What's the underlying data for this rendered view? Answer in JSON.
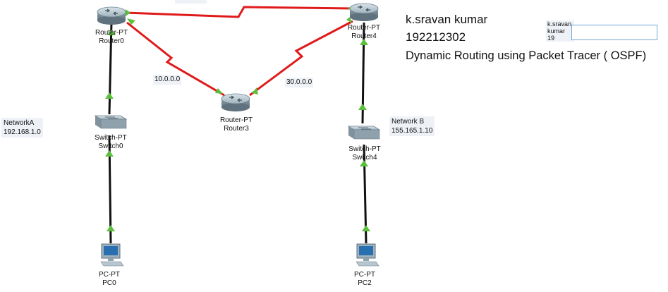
{
  "devices": {
    "router0": {
      "type": "Router-PT",
      "name": "Router0"
    },
    "router4": {
      "type": "Router-PT",
      "name": "Router4"
    },
    "router3": {
      "type": "Router-PT",
      "name": "Router3"
    },
    "switch0": {
      "type": "Switch-PT",
      "name": "Switch0"
    },
    "switch4": {
      "type": "Switch-PT",
      "name": "Switch4"
    },
    "pc0": {
      "type": "PC-PT",
      "name": "PC0"
    },
    "pc2": {
      "type": "PC-PT",
      "name": "PC2"
    }
  },
  "network_labels": {
    "network_a": {
      "name": "NetworkA",
      "address": "192.168.1.0"
    },
    "network_b": {
      "name": "Network B",
      "address": "155.165.1.10"
    },
    "link_r0_r3": "10.0.0.0",
    "link_r3_r4": "30.0.0.0"
  },
  "notes": {
    "author": "k.sravan kumar",
    "id": "192212302",
    "title": "Dynamic Routing using Packet Tracer ( OSPF)",
    "small_note_line1": "k.sravan kumar",
    "small_note_line2": "19"
  },
  "colors": {
    "serial_link": "#e01a1a",
    "ethernet_link": "#111111",
    "link_up_indicator": "#5cbf3c"
  }
}
